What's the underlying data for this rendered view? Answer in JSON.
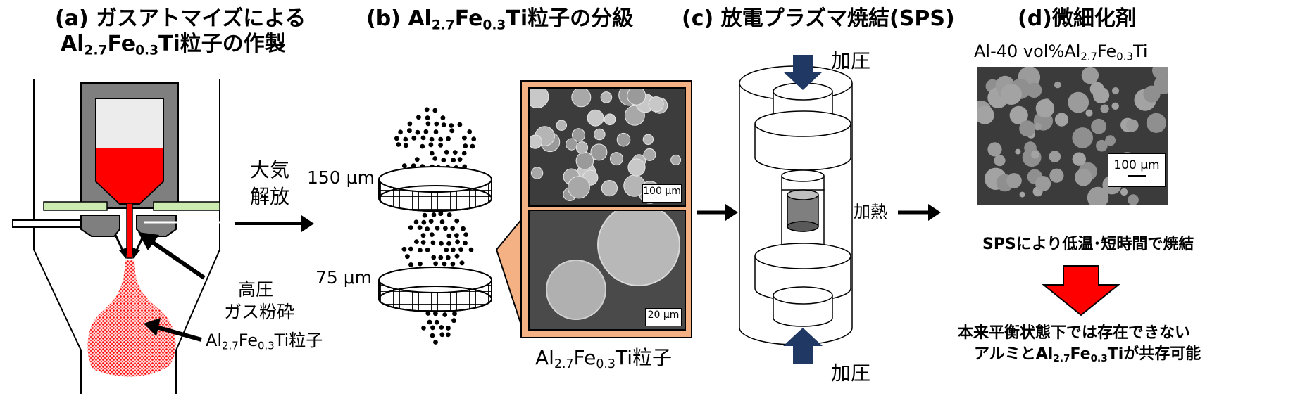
{
  "panels": {
    "a": {
      "title_line1": "(a) ガスアトマイズによる",
      "title_line2_prefix": "Al",
      "title_line2_sub1": "2.7",
      "title_line2_mid": "Fe",
      "title_line2_sub2": "0.3",
      "title_line2_suffix": "Ti粒子の作製",
      "label_high_pressure": "高圧",
      "label_gas_pulverize": "ガス粉砕",
      "particle_label_prefix": "Al",
      "particle_label_sub1": "2.7",
      "particle_label_mid": "Fe",
      "particle_label_sub2": "0.3",
      "particle_label_suffix": "Ti粒子"
    },
    "transition1": {
      "line1": "大気",
      "line2": "解放"
    },
    "b": {
      "title_prefix": "(b) Al",
      "title_sub1": "2.7",
      "title_mid": "Fe",
      "title_sub2": "0.3",
      "title_suffix": "Ti粒子の分級",
      "sieve1_label": "150 μm",
      "sieve2_label": "75 μm",
      "sem1_scale": "100 μm",
      "sem2_scale": "20 μm",
      "particle_label_prefix": "Al",
      "particle_label_sub1": "2.7",
      "particle_label_mid": "Fe",
      "particle_label_sub2": "0.3",
      "particle_label_suffix": "Ti粒子"
    },
    "c": {
      "title": "(c) 放電プラズマ焼結(SPS)",
      "pressure_top": "加圧",
      "pressure_bottom": "加圧",
      "heating": "加熱"
    },
    "d": {
      "title": "(d)微細化剤",
      "material_prefix": "Al-40 vol%Al",
      "material_sub1": "2.7",
      "material_mid": "Fe",
      "material_sub2": "0.3",
      "material_suffix": "Ti",
      "scale": "100 μm",
      "note": "SPSにより低温･短時間で焼結",
      "result_line1": "本来平衡状態下では存在できない",
      "result_line2_prefix": "アルミとAl",
      "result_line2_sub1": "2.7",
      "result_line2_mid": "Fe",
      "result_line2_sub2": "0.3",
      "result_line2_suffix": "Tiが共存可能"
    }
  },
  "colors": {
    "melt_red": "#ff0000",
    "arrow_red": "#ff0000",
    "nozzle_green": "#ccebb0",
    "press_arrow_blue": "#1f3864",
    "orange_frame": "#f4b183",
    "sem_bg": "#3a3a3a"
  }
}
